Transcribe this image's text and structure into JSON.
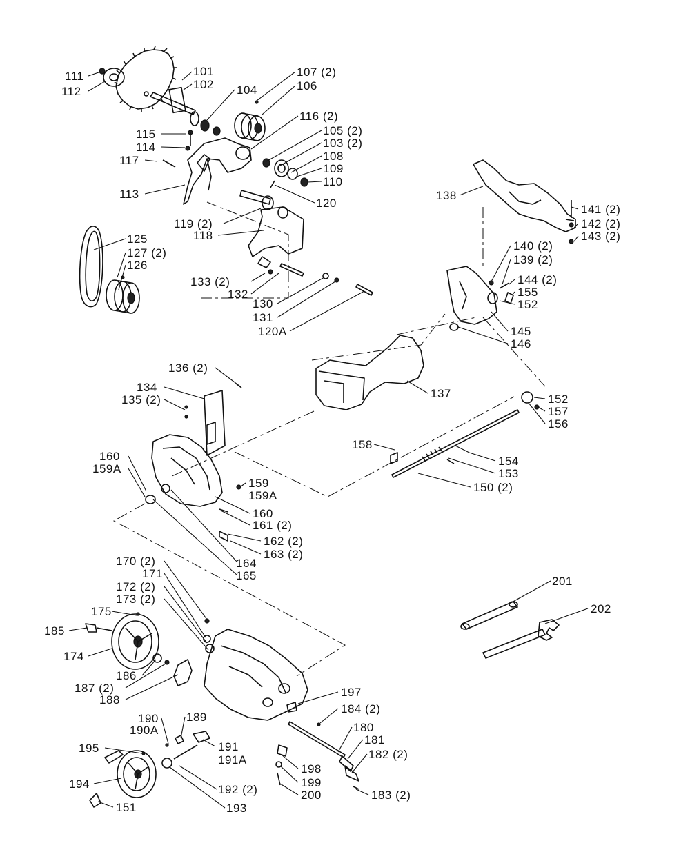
{
  "labels": {
    "p101": "101",
    "p102": "102",
    "p104": "104",
    "p106": "106",
    "p107": "107 (2)",
    "p111": "111",
    "p112": "112",
    "p115": "115",
    "p114": "114",
    "p116": "116 (2)",
    "p105": "105 (2)",
    "p103": "103 (2)",
    "p108": "108",
    "p109": "109",
    "p110": "110",
    "p117": "117",
    "p113": "113",
    "p120": "120",
    "p119": "119 (2)",
    "p118": "118",
    "p125": "125",
    "p127": "127 (2)",
    "p126": "126",
    "p133": "133 (2)",
    "p132": "132",
    "p130": "130",
    "p131": "131",
    "p120a": "120A",
    "p138": "138",
    "p141": "141 (2)",
    "p142": "142 (2)",
    "p143": "143 (2)",
    "p140": "140 (2)",
    "p139": "139 (2)",
    "p144": "144 (2)",
    "p155": "155",
    "p152a": "152",
    "p145": "145",
    "p146": "146",
    "p136": "136 (2)",
    "p134": "134",
    "p135": "135 (2)",
    "p137": "137",
    "p152b": "152",
    "p157": "157",
    "p156": "156",
    "p158": "158",
    "p154": "154",
    "p153": "153",
    "p150": "150 (2)",
    "p160a": "160",
    "p159a_l": "159A",
    "p159": "159",
    "p159a_r": "159A",
    "p160b": "160",
    "p161": "161 (2)",
    "p162": "162 (2)",
    "p163": "163 (2)",
    "p164": "164",
    "p165": "165",
    "p170": "170 (2)",
    "p171": "171",
    "p172": "172 (2)",
    "p173": "173 (2)",
    "p175": "175",
    "p185": "185",
    "p174": "174",
    "p186": "186",
    "p187": "187 (2)",
    "p188": "188",
    "p201": "201",
    "p202": "202",
    "p197": "197",
    "p184": "184 (2)",
    "p180": "180",
    "p181": "181",
    "p182": "182 (2)",
    "p190": "190",
    "p190a": "190A",
    "p189": "189",
    "p191": "191",
    "p191a": "191A",
    "p195": "195",
    "p192": "192 (2)",
    "p193": "193",
    "p194": "194",
    "p151": "151",
    "p198": "198",
    "p199": "199",
    "p200": "200",
    "p183": "183 (2)"
  }
}
